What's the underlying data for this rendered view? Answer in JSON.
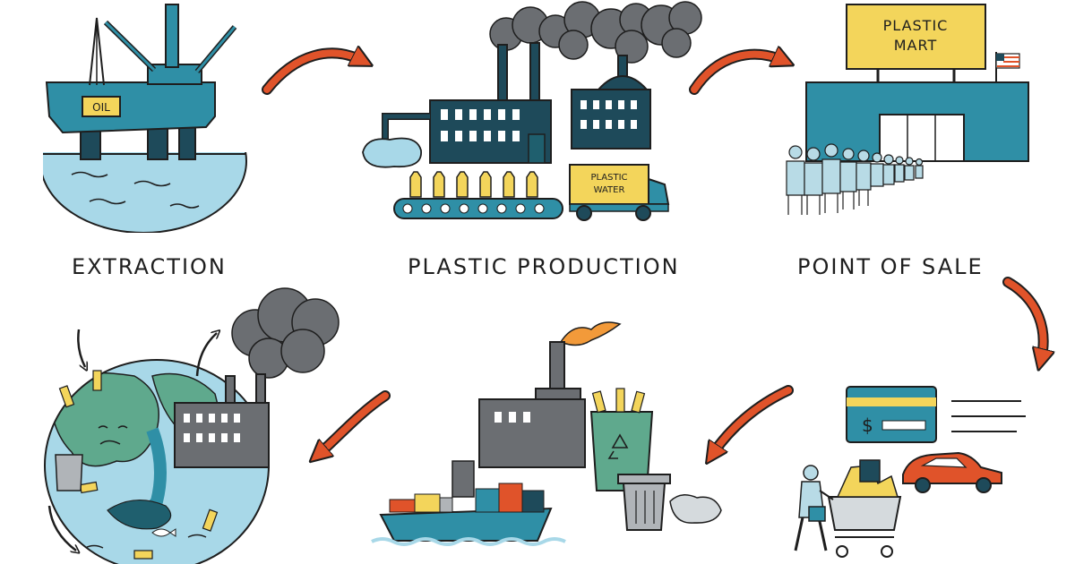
{
  "stages": {
    "extraction": {
      "label": "EXTRACTION",
      "sign": "OIL"
    },
    "production": {
      "label": "PLASTIC PRODUCTION",
      "truck_line1": "PLASTIC",
      "truck_line2": "WATER"
    },
    "sale": {
      "label": "POINT OF SALE",
      "sign_line1": "PLASTIC",
      "sign_line2": "MART"
    },
    "purchase": {
      "card_symbol": "$"
    }
  },
  "colors": {
    "teal": "#2f8fa6",
    "dark_teal": "#1f5f6e",
    "navy": "#1e4a5a",
    "arrow_red": "#e0532a",
    "smoke": "#6b6e72",
    "water": "#a8d8e8",
    "yellow": "#f3d55b"
  }
}
